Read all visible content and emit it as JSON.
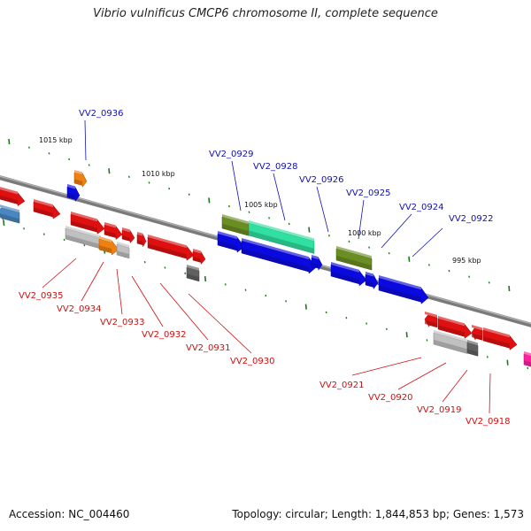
{
  "title": "Vibrio vulnificus CMCP6 chromosome II, complete sequence",
  "footer": {
    "accession": "Accession: NC_004460",
    "topology": "Topology: circular; Length: 1,844,853 bp; Genes: 1,573"
  },
  "scale_labels": [
    "1015 kbp",
    "1010 kbp",
    "1005 kbp",
    "1000 kbp",
    "995 kbp"
  ],
  "genes_top": [
    "VV2_0936",
    "VV2_0929",
    "VV2_0928",
    "VV2_0926",
    "VV2_0925",
    "VV2_0924",
    "VV2_0922"
  ],
  "genes_bottom": [
    "VV2_0935",
    "VV2_0934",
    "VV2_0933",
    "VV2_0932",
    "VV2_0931",
    "VV2_0930",
    "VV2_0921",
    "VV2_0920",
    "VV2_0919",
    "VV2_0918"
  ],
  "colors": {
    "backbone": "#808080",
    "top_label": "#1010b0",
    "bottom_label": "#d01010",
    "tick": "#1a7a1a",
    "red": "#e01010",
    "blue": "#0a0ae0",
    "olive": "#6b8e23",
    "mint": "#30e0a0",
    "orange": "#f08010",
    "lightgray": "#c0c0c0",
    "darkgray": "#606060",
    "steelblue": "#4a86c0",
    "pink": "#ff20a0"
  }
}
